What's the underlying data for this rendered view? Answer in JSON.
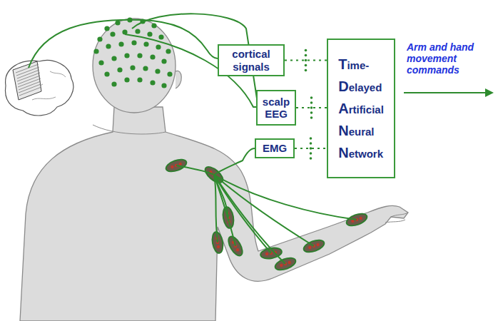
{
  "diagram": {
    "nodes": [
      {
        "text": [
          "cortical signals"
        ]
      },
      {
        "text": [
          "scalp EEG"
        ]
      },
      {
        "text": [
          "EMG"
        ]
      },
      {
        "text": [
          "Time- Delayed Artificial Neural Network"
        ]
      }
    ],
    "edges": [
      {
        "from": 0,
        "to": 3,
        "arrow": "none"
      },
      {
        "from": 1,
        "to": 3,
        "arrow": "none"
      },
      {
        "from": 2,
        "to": 3,
        "arrow": "none"
      }
    ],
    "labels": [
      "Arm and hand movement commands"
    ]
  }
}
